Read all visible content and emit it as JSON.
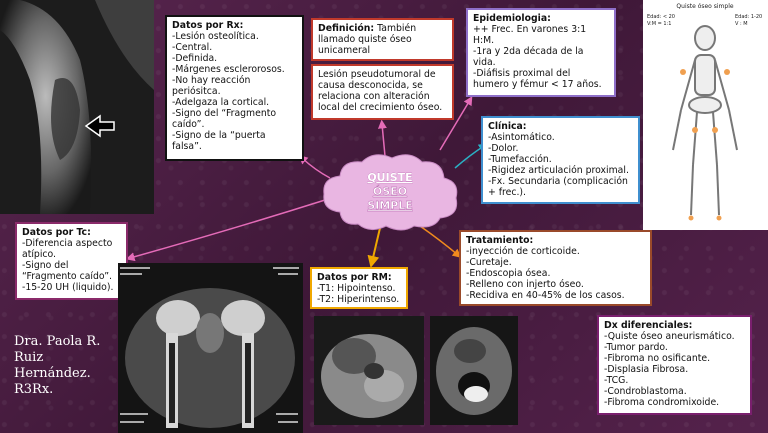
{
  "center": {
    "l1": "QUISTE",
    "l2": "ÓSEO",
    "l3": "SIMPLE"
  },
  "rx": {
    "title": "Datos por Rx:",
    "lines": [
      "-Lesión osteolítica.",
      "-Central.",
      "-Definida.",
      "-Márgenes esclerorosos.",
      "-No hay reacción",
      "periósitca.",
      "-Adelgaza la cortical.",
      "-Signo del “Fragmento",
      "caído”.",
      "-Signo de la “puerta",
      "falsa”."
    ]
  },
  "definicion": {
    "title": "Definición:",
    "lines": [
      "También",
      "llamado quiste óseo",
      "unicameral"
    ]
  },
  "lesion": {
    "lines": [
      "Lesión pseudotumoral de",
      "causa desconocida, se",
      "relaciona con alteración",
      "local del crecimiento óseo."
    ]
  },
  "epidemiologia": {
    "title": "Epidemiologia:",
    "lines": [
      "++ Frec. En varones 3:1",
      "H:M.",
      "-1ra y 2da década de la",
      "vida.",
      "-Diáfisis proximal del",
      "humero y fémur < 17 años."
    ]
  },
  "clinica": {
    "title": "Clínica:",
    "lines": [
      "-Asintomático.",
      "-Dolor.",
      "-Tumefacción.",
      "-Rigidez articulación proximal.",
      "-Fx. Secundaria (complicación",
      "+ frec.)."
    ]
  },
  "tc": {
    "title": "Datos por Tc:",
    "lines": [
      "-Diferencia aspecto",
      "atípico.",
      "-Signo del",
      "“Fragmento caído”.",
      "-15-20 UH (liquido)."
    ]
  },
  "rm": {
    "title": "Datos por RM:",
    "lines": [
      "-T1: Hipointenso.",
      "-T2: Hiperintenso."
    ]
  },
  "tratamiento": {
    "title": "Tratamiento:",
    "lines": [
      "-inyección de corticoide.",
      "-Curetaje.",
      "-Endoscopia ósea.",
      "-Relleno con injerto óseo.",
      "-Recidiva en 40-45% de los casos."
    ]
  },
  "dx": {
    "title": "Dx diferenciales:",
    "lines": [
      "-Quiste óseo aneurismático.",
      "-Tumor pardo.",
      "-Fibroma no osificante.",
      "-Displasia Fibrosa.",
      "-TCG.",
      "-Condroblastoma.",
      "-Fibroma condromixoide."
    ]
  },
  "skeleton": {
    "heading": "Quiste óseo simple",
    "left": "Edad: < 20",
    "left2": "V:M = 1:1",
    "right": "Edad: 1-20",
    "right2": "V : M"
  },
  "author": {
    "l1": "Dra. Paola R.",
    "l2": "Ruiz",
    "l3": "Hernández.",
    "l4": "R3Rx."
  },
  "colors": {
    "rx": "#111111",
    "def": "#c0392b",
    "epi": "#8e6fc9",
    "clin": "#3f8fcf",
    "tc": "#8a2a6a",
    "rm": "#f0a800",
    "trat": "#9a4a2a",
    "dx": "#7a1f6e",
    "link_pink": "#e46bb8",
    "link_teal": "#2ab0c4",
    "link_orange": "#f08a1e"
  }
}
